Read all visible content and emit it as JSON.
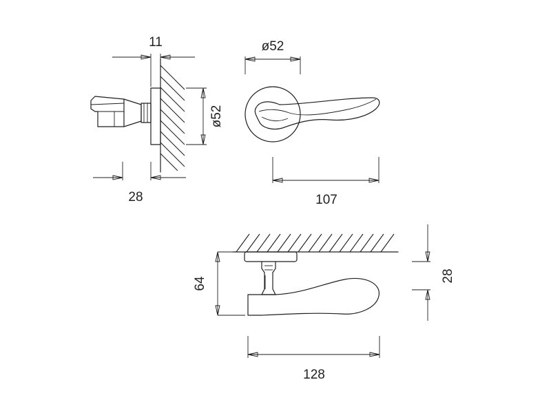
{
  "side_view": {
    "rose_thickness": "11",
    "rose_diameter": "ø52",
    "projection": "28"
  },
  "front_view": {
    "rose_diameter": "ø52",
    "lever_length": "107"
  },
  "top_view": {
    "lever_height": "64",
    "grip_height": "28",
    "total_length": "128"
  }
}
